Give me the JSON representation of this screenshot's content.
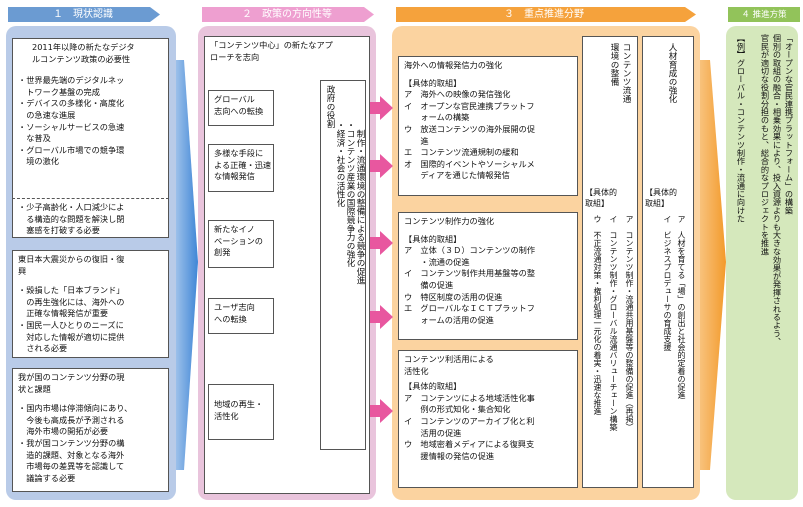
{
  "sections": {
    "s1": "１　現状認識",
    "s2": "２　政策の方向性等",
    "s3": "３　重点推進分野",
    "s4": "４ 推進方策"
  },
  "col1": {
    "box1": {
      "title": [
        "2011年以降の新たなデジタ",
        "ルコンテンツ政策の必要性"
      ],
      "bullets": [
        [
          "・世界最先端のデジタルネッ",
          "　トワーク基盤の完成"
        ],
        [
          "・デバイスの多様化・高度化",
          "　の急速な進展"
        ],
        [
          "・ソーシャルサービスの急速",
          "　な普及"
        ],
        [
          "・グローバル市場での競争環",
          "　境の激化"
        ]
      ],
      "note": [
        "・少子高齢化・人口減少によ",
        "　る構造的な問題を解決し閉",
        "　塞感を打破する必要"
      ]
    },
    "box2": {
      "title": [
        "東日本大震災からの復旧・復",
        "興"
      ],
      "bullets": [
        [
          "・毀損した「日本ブランド」",
          "　の再生強化には、海外への",
          "　正確な情報発信が重要"
        ],
        [
          "・国民一人ひとりのニーズに",
          "　対応した情報が適切に提供",
          "　される必要"
        ]
      ]
    },
    "box3": {
      "title": [
        "我が国のコンテンツ分野の現",
        "状と課題"
      ],
      "bullets": [
        [
          "・国内市場は停滞傾向にあり、",
          "　今後も高成長が予測される",
          "　海外市場の開拓が必要"
        ],
        [
          "・我が国コンテンツ分野の構",
          "　造的課題、対象となる海外",
          "　市場毎の差異等を認識して",
          "　議論する必要"
        ]
      ]
    }
  },
  "col2": {
    "header": [
      "「コンテンツ中心」の新たなアプ",
      "ローチを志向"
    ],
    "items": [
      [
        "グローバル",
        "志向への転換"
      ],
      [
        "多様な手段に",
        "よる正確・迅速",
        "な情報発信"
      ],
      [
        "新たなイノ",
        "ベーションの",
        "創発"
      ],
      [
        "ユーザ志向",
        "への転換"
      ],
      [
        "地域の再生・",
        "活性化"
      ]
    ],
    "gov_role_title": "政府の役割",
    "gov_role": [
      "・経済・社会の活性化",
      "・コンテンツ産業の国際競争力の強化",
      "　制作・流通環境の整備による競争の促進"
    ]
  },
  "col3": {
    "areas": [
      {
        "title": "海外への情報発信力の強化",
        "sub": "【具体的取組】",
        "items": [
          [
            "ア　海外への映像の発信強化"
          ],
          [
            "イ　オープンな官民連携プラットフ",
            "　　ォームの構築"
          ],
          [
            "ウ　放送コンテンツの海外展開の促",
            "　　進"
          ],
          [
            "エ　コンテンツ流通規制の緩和"
          ],
          [
            "オ　国際的イベントやソーシャルメ",
            "　　ディアを通じた情報発信"
          ]
        ]
      },
      {
        "title": "コンテンツ制作力の強化",
        "sub": "【具体的取組】",
        "items": [
          [
            "ア　立体（３Ｄ）コンテンツの制作",
            "　　・流通の促進"
          ],
          [
            "イ　コンテンツ制作共用基盤等の整",
            "　　備の促進"
          ],
          [
            "ウ　特区制度の活用の促進"
          ],
          [
            "エ　グローバルなＩＣＴプラットフ",
            "　　ォームの活用の促進"
          ]
        ]
      },
      {
        "title": "コンテンツ利活用による",
        "title2": "活性化",
        "sub": "【具体的取組】",
        "items": [
          [
            "ア　コンテンツによる地域活性化事",
            "　　例の形式知化・集合知化"
          ],
          [
            "イ　コンテンツのアーカイブ化と利",
            "　　活用の促進"
          ],
          [
            "ウ　地域密着メディアによる復興支",
            "　　援情報の発信の促進"
          ]
        ]
      }
    ],
    "env": {
      "title": [
        "環境の整備",
        "コンテンツ流通"
      ],
      "sub": [
        "【具体的",
        "取組】"
      ],
      "items": [
        "ア　コンテンツ制作・流通共用基盤等の整備の促進（再掲）",
        "イ　コンテンツ制作・グローバル流通バリューチェーン構築",
        "ウ　不正流通対策・権利処理一元化の着実・迅速な推進"
      ]
    },
    "hr": {
      "title": [
        "人材育成の強化"
      ],
      "sub": [
        "【具体的",
        "取組】"
      ],
      "items": [
        "ア　人材を育てる「場」の創出と社会的定着の促進",
        "イ　ビジネスプロデューサの育成支援"
      ]
    }
  },
  "col4": {
    "lines": [
      "【例】グローバル・コンテンツ制作・流通に向けた",
      "「オープンな官民連携プラットフォーム」の構築",
      "官民が適切な役割分担のもと、総合的なプロジェクトを推進",
      "個別の取組の融合・相乗効果により、投入資源よりも大きな効果が発揮されるよう、"
    ]
  },
  "colors": {
    "blue_col": "#b9cbe8",
    "blue_head": "#6b9bd2",
    "pink_col": "#e9c4dc",
    "pink_head": "#ee9fd0",
    "orange_col": "#fbd3a0",
    "orange_head": "#f5a23c",
    "green_col": "#d5e8bc",
    "green_head": "#92c35a",
    "arrow_blue": "#3f86d6",
    "arrow_pink": "#e8579f",
    "arrow_orange": "#f39a2b"
  }
}
